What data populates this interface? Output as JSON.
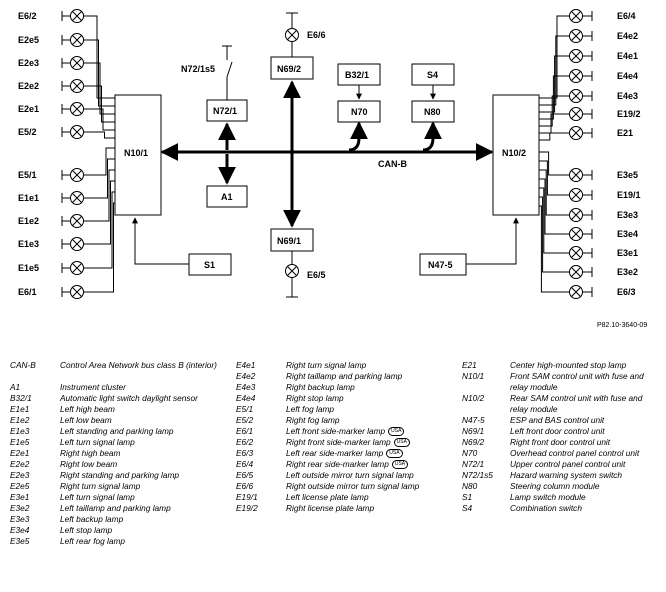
{
  "diagram": {
    "can_label": "CAN-B",
    "modules": {
      "n10_1": "N10/1",
      "n10_2": "N10/2",
      "n72_1": "N72/1",
      "a1": "A1",
      "n69_2": "N69/2",
      "n69_1": "N69/1",
      "b32_1": "B32/1",
      "n70": "N70",
      "s4": "S4",
      "n80": "N80",
      "s1": "S1",
      "n47_5": "N47-5"
    },
    "switch_label": "N72/1s5",
    "lamp_e6_6": "E6/6",
    "lamp_e6_5": "E6/5",
    "left_lamps": [
      "E6/2",
      "E2e5",
      "E2e3",
      "E2e2",
      "E2e1",
      "E5/2",
      "E5/1",
      "E1e1",
      "E1e2",
      "E1e3",
      "E1e5",
      "E6/1"
    ],
    "right_lamps": [
      "E6/4",
      "E4e2",
      "E4e1",
      "E4e4",
      "E4e3",
      "E19/2",
      "E21",
      "E3e5",
      "E19/1",
      "E3e3",
      "E3e4",
      "E3e1",
      "E3e2",
      "E6/3"
    ],
    "ref_code": "P82.10-3640-09"
  },
  "legend": {
    "usa_badge": "USA",
    "col1": [
      {
        "code": "CAN-B",
        "desc": "Control Area Network bus class B (interior)"
      },
      {
        "code": "",
        "desc": ""
      },
      {
        "code": "A1",
        "desc": "Instrument cluster"
      },
      {
        "code": "B32/1",
        "desc": "Automatic light switch daylight sensor"
      },
      {
        "code": "E1e1",
        "desc": "Left high beam"
      },
      {
        "code": "E1e2",
        "desc": "Left low beam"
      },
      {
        "code": "E1e3",
        "desc": "Left standing and parking lamp"
      },
      {
        "code": "E1e5",
        "desc": "Left turn signal lamp"
      },
      {
        "code": "E2e1",
        "desc": "Right high beam"
      },
      {
        "code": "E2e2",
        "desc": "Right low beam"
      },
      {
        "code": "E2e3",
        "desc": "Right standing and parking lamp"
      },
      {
        "code": "E2e5",
        "desc": "Right turn signal lamp"
      },
      {
        "code": "E3e1",
        "desc": "Left turn signal lamp"
      },
      {
        "code": "E3e2",
        "desc": "Left taillamp and parking lamp"
      },
      {
        "code": "E3e3",
        "desc": "Left backup lamp"
      },
      {
        "code": "E3e4",
        "desc": "Left stop lamp"
      },
      {
        "code": "E3e5",
        "desc": "Left rear fog lamp"
      }
    ],
    "col2": [
      {
        "code": "E4e1",
        "desc": "Right turn signal lamp"
      },
      {
        "code": "E4e2",
        "desc": "Right taillamp and parking lamp"
      },
      {
        "code": "E4e3",
        "desc": "Right backup lamp"
      },
      {
        "code": "E4e4",
        "desc": "Right stop lamp"
      },
      {
        "code": "E5/1",
        "desc": "Left fog lamp"
      },
      {
        "code": "E5/2",
        "desc": "Right fog lamp"
      },
      {
        "code": "E6/1",
        "desc": "Left front side-marker lamp",
        "usa": true
      },
      {
        "code": "E6/2",
        "desc": "Right front side-marker lamp",
        "usa": true
      },
      {
        "code": "E6/3",
        "desc": "Left rear side-marker lamp",
        "usa": true
      },
      {
        "code": "E6/4",
        "desc": "Right rear side-marker lamp",
        "usa": true
      },
      {
        "code": "E6/5",
        "desc": "Left outside mirror turn signal lamp"
      },
      {
        "code": "E6/6",
        "desc": "Right outside mirror turn signal lamp"
      },
      {
        "code": "E19/1",
        "desc": "Left license plate lamp"
      },
      {
        "code": "E19/2",
        "desc": "Right license plate lamp"
      }
    ],
    "col3": [
      {
        "code": "E21",
        "desc": "Center high-mounted stop lamp"
      },
      {
        "code": "N10/1",
        "desc": "Front SAM control unit with fuse and relay module"
      },
      {
        "code": "N10/2",
        "desc": "Rear SAM control unit with fuse and relay module"
      },
      {
        "code": "N47-5",
        "desc": "ESP and BAS control unit"
      },
      {
        "code": "N69/1",
        "desc": "Left front door control unit"
      },
      {
        "code": "N69/2",
        "desc": "Right front door control unit"
      },
      {
        "code": "N70",
        "desc": "Overhead control panel control unit"
      },
      {
        "code": "N72/1",
        "desc": "Upper control panel control unit"
      },
      {
        "code": "N72/1s5",
        "desc": "Hazard warning system switch"
      },
      {
        "code": "N80",
        "desc": "Steering column module"
      },
      {
        "code": "S1",
        "desc": "Lamp switch module"
      },
      {
        "code": "S4",
        "desc": "Combination switch"
      }
    ]
  }
}
